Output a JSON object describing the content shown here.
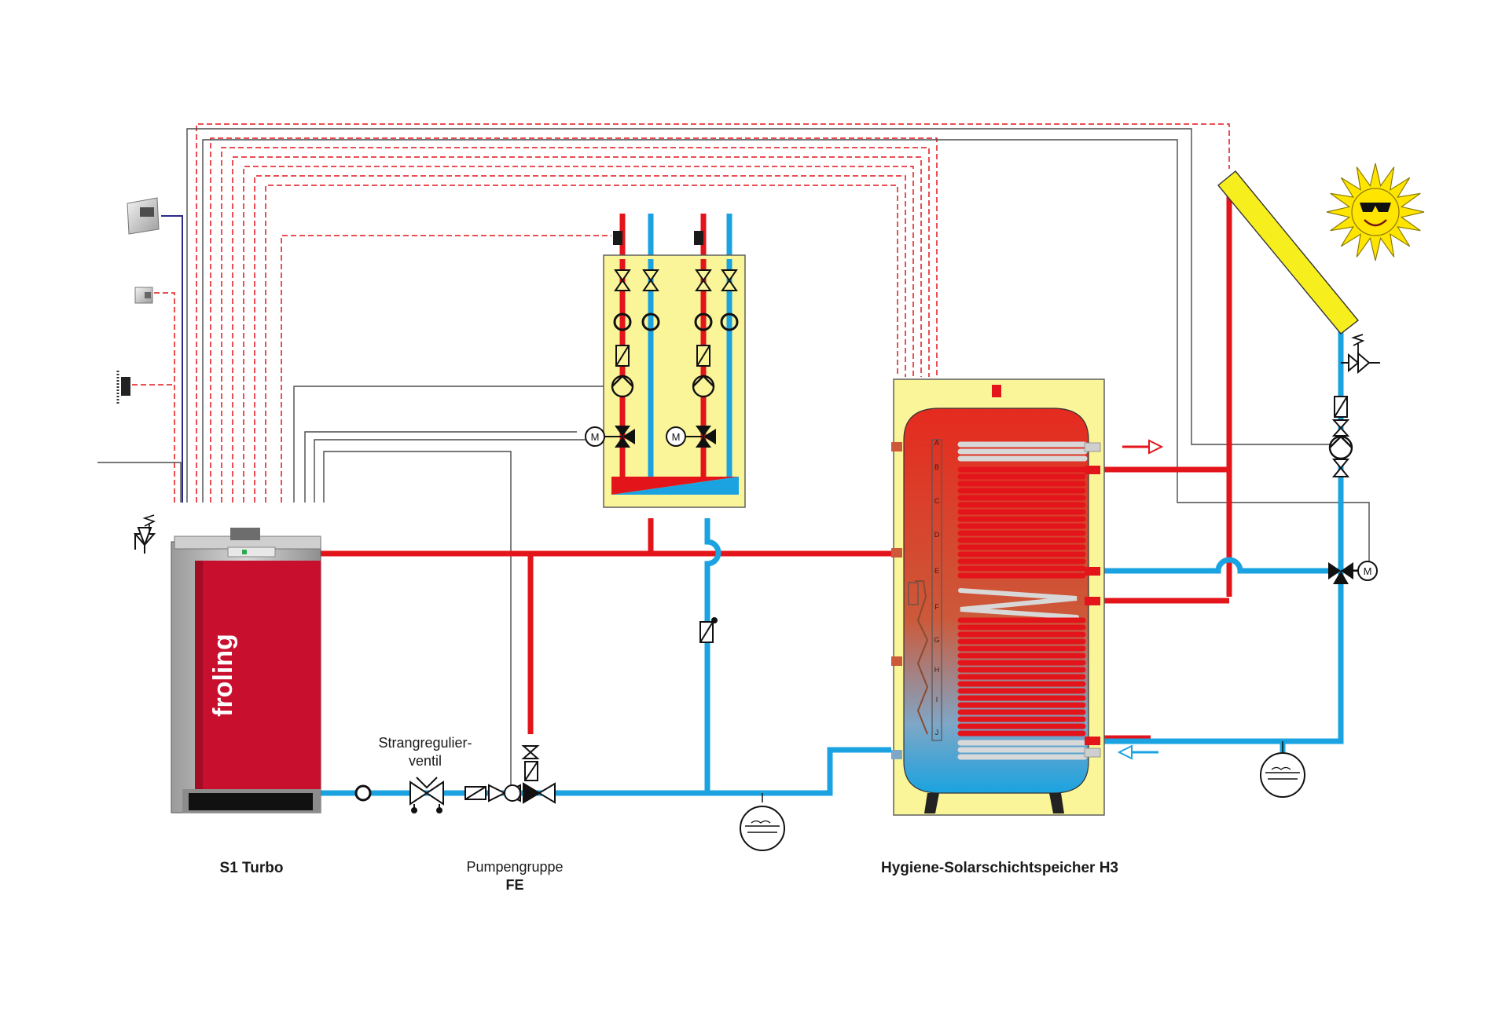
{
  "labels": {
    "boiler": "S1 Turbo",
    "valve_line1": "Strangregulier-",
    "valve_line2": "ventil",
    "pump_group_line1": "Pumpengruppe",
    "pump_group_line2": "FE",
    "storage": "Hygiene-Solarschichtspeicher H3",
    "boiler_brand": "froling",
    "motor": "M",
    "storage_sensors": [
      "A",
      "B",
      "C",
      "D",
      "E",
      "F",
      "G",
      "H",
      "I",
      "J"
    ]
  },
  "colors": {
    "hot_pipe": "#e3151b",
    "cold_pipe": "#1aa3e0",
    "signal_wire": "#4a4a4a",
    "sensor_wire": "#e3151b",
    "room_unit_wire": "#2b2a8a",
    "module_fill": "#fbf59a",
    "collector": "#f7ee1e",
    "sun": "#ffe500",
    "boiler_red": "#c8102e",
    "boiler_grey": "#b3b3b3"
  },
  "icons": [
    "room-unit-icon",
    "room-sensor-icon",
    "outdoor-sensor-icon",
    "sun-icon",
    "expansion-vessel-icon",
    "safety-valve-icon",
    "pump-icon",
    "mixer-valve-icon",
    "shutoff-valve-icon",
    "check-valve-icon",
    "thermometer-icon",
    "flow-arrow-icon"
  ]
}
